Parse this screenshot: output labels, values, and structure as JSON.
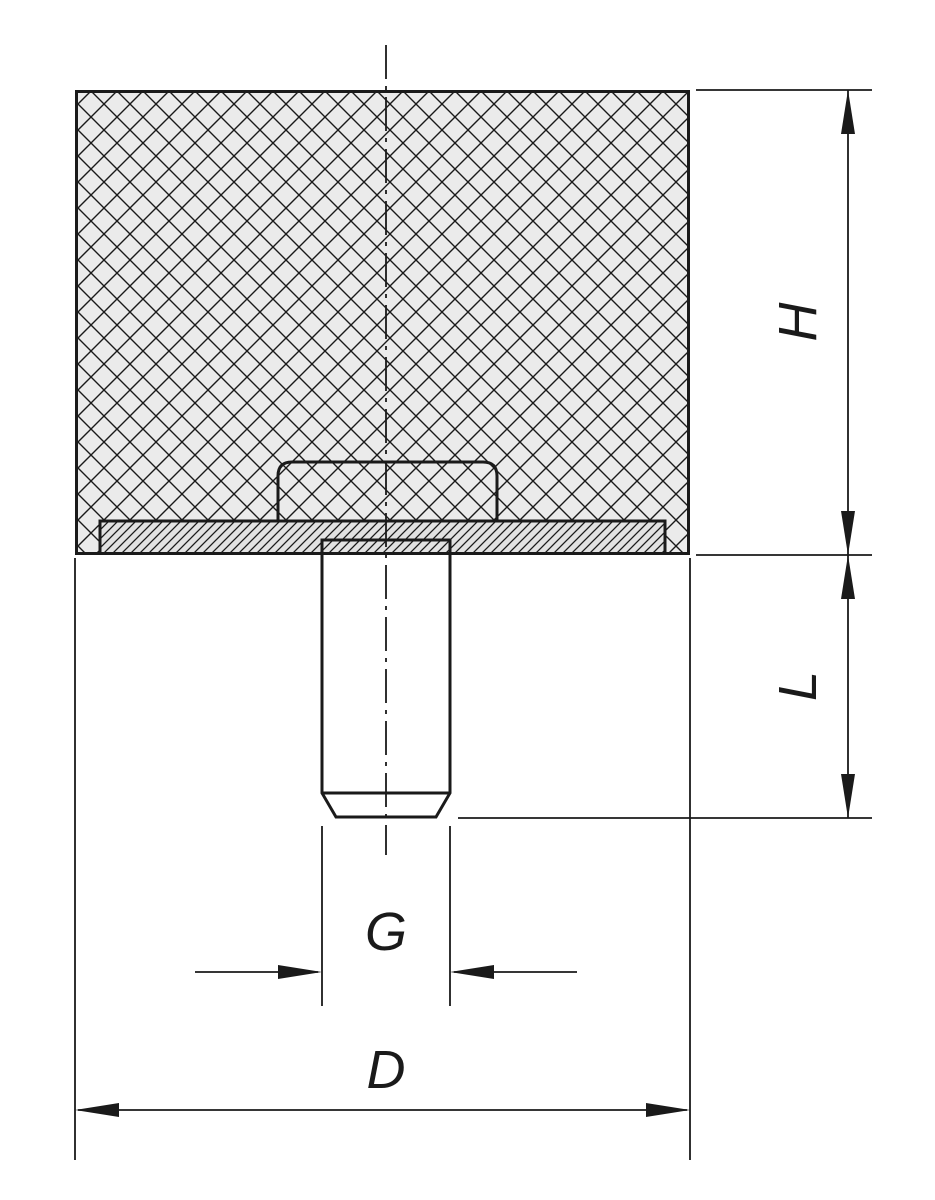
{
  "dimensions": {
    "height_label": "H",
    "stud_length_label": "L",
    "thread_label": "G",
    "diameter_label": "D"
  },
  "colors": {
    "line": "#1a1a1a",
    "rubber_fill": "#ebebeb",
    "metal_fill": "#e2e2e2",
    "background": "#ffffff"
  }
}
